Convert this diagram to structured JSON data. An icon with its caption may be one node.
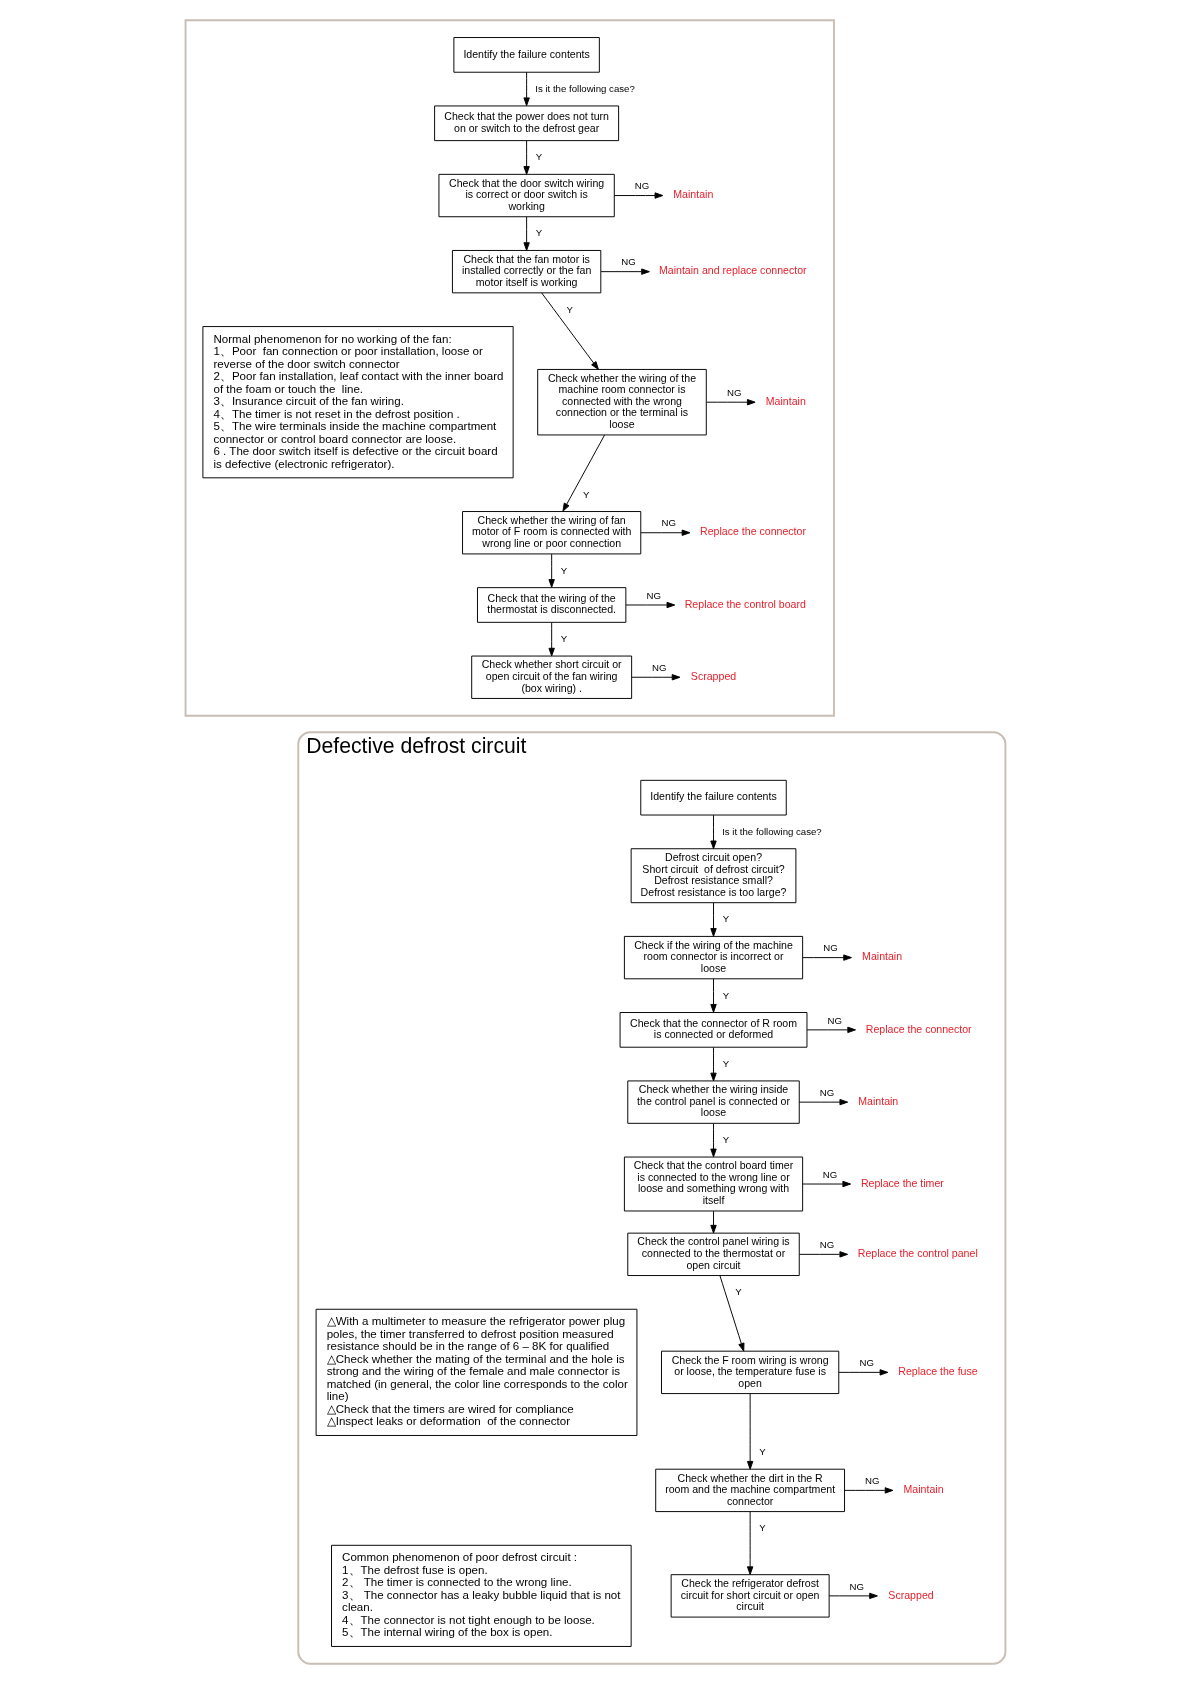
{
  "diagram": {
    "nodes": [
      {
        "text": [],
        "shape": "box"
      },
      {
        "text": [
          "Identify the failure contents"
        ],
        "in": 0
      },
      {
        "text": [
          "Check that the power does not turn on or switch to the defrost gear"
        ],
        "in": 0
      },
      {
        "text": [
          "Check that the door switch wiring is correct or door switch is working"
        ],
        "in": 0
      },
      {
        "text": [
          "Maintain"
        ],
        "in": 0
      },
      {
        "text": [
          "Check that the fan motor is installed correctly or the fan motor itself is working"
        ],
        "in": 0
      },
      {
        "text": [
          "Maintain and replace connector"
        ],
        "in": 0
      },
      {
        "text": [
          "Check whether the wiring of the machine room connector is connected with the wrong connection or the terminal is loose"
        ],
        "in": 0
      },
      {
        "text": [
          "Maintain"
        ],
        "in": 0
      },
      {
        "text": [
          "Check whether the wiring of fan motor of F room is connected with wrong line or poor connection"
        ],
        "in": 0
      },
      {
        "text": [
          "Replace the connector"
        ],
        "in": 0
      },
      {
        "text": [
          "Check that the wiring of the thermostat is disconnected."
        ],
        "in": 0
      },
      {
        "text": [
          "Replace the control board"
        ],
        "in": 0
      },
      {
        "text": [
          "Check whether short circuit or open circuit of the fan wiring (box wiring) ."
        ],
        "in": 0
      },
      {
        "text": [
          "Scrapped"
        ],
        "in": 0
      },
      {
        "text": [
          "Normal phenomenon for no working of the fan:",
          "1、Poor  fan connection or poor installation, loose or reverse of the door switch connector",
          "2、Poor fan installation, leaf contact with the inner board of the foam or touch the  line.",
          "3、Insurance circuit of the fan wiring.",
          "4、The timer is not reset in the defrost position .",
          "5、The wire terminals inside the machine compartment connector or control board connector are loose.",
          "6 . The door switch itself is defective or the circuit board is defective (electronic refrigerator)."
        ],
        "in": 0
      },
      {
        "text": [
          "Defective defrost circuit"
        ]
      },
      {
        "text": [
          "Identify the failure contents"
        ],
        "in": 16
      },
      {
        "text": [
          "Defrost circuit open?",
          "Short circuit  of defrost circuit?",
          "Defrost resistance small?",
          "Defrost resistance is too large?"
        ],
        "in": 16
      },
      {
        "text": [
          "Check if the wiring of the machine room connector is incorrect or loose"
        ],
        "in": 16
      },
      {
        "text": [
          "Maintain"
        ],
        "in": 16
      },
      {
        "text": [
          "Check that the connector of R room is connected or deformed"
        ],
        "in": 16
      },
      {
        "text": [
          "Replace the connector"
        ],
        "in": 16
      },
      {
        "text": [
          "Check whether the wiring inside the control panel is connected or loose"
        ],
        "in": 16
      },
      {
        "text": [
          "Maintain"
        ],
        "in": 16
      },
      {
        "text": [
          "Check that the control board timer is connected to the wrong line or loose and something wrong with itself"
        ],
        "in": 16
      },
      {
        "text": [
          "Replace the timer"
        ],
        "in": 16
      },
      {
        "text": [
          "Check the control panel wiring is connected to the thermostat or open circuit"
        ],
        "in": 16
      },
      {
        "text": [
          "Replace the control panel"
        ],
        "in": 16
      },
      {
        "text": [
          "Check the F room wiring is wrong or loose, the temperature fuse is open"
        ],
        "in": 16
      },
      {
        "text": [
          "Replace the fuse"
        ],
        "in": 16
      },
      {
        "text": [
          "Check whether the dirt in the R room and the machine compartment connector"
        ],
        "in": 16
      },
      {
        "text": [
          "Maintain"
        ],
        "in": 16
      },
      {
        "text": [
          "Check the refrigerator defrost circuit for short circuit or open circuit"
        ],
        "in": 16
      },
      {
        "text": [
          "Scrapped"
        ],
        "in": 16
      },
      {
        "text": [
          "△With a multimeter to measure the refrigerator power plug poles, the timer transferred to defrost position measured resistance should be in the range of 6 – 8K for qualified",
          "△Check whether the mating of the terminal and the hole is strong and the wiring of the female and male connector is matched (in general, the color line corresponds to the color line)",
          "△Check that the timers are wired for compliance",
          "△Inspect leaks or deformation  of the connector"
        ],
        "in": 16
      },
      {
        "text": [
          "Common phenomenon of poor defrost circuit :",
          "1、The defrost fuse is open.",
          "2、 The timer is connected to the wrong line.",
          "3、 The connector has a leaky bubble liquid that is not clean.",
          "4、The connector is not tight enough to be loose.",
          "5、The internal wiring of the box is open."
        ],
        "in": 16
      }
    ],
    "edges": [
      {
        "from": 1,
        "to": 2,
        "arrow": "to",
        "label": "Is it the following case?"
      },
      {
        "from": 2,
        "to": 3,
        "arrow": "to",
        "label": "Y"
      },
      {
        "from": 3,
        "to": 4,
        "arrow": "to",
        "label": "NG"
      },
      {
        "from": 3,
        "to": 5,
        "arrow": "to",
        "label": "Y"
      },
      {
        "from": 5,
        "to": 6,
        "arrow": "to",
        "label": "NG"
      },
      {
        "from": 5,
        "to": 7,
        "arrow": "to",
        "label": "Y"
      },
      {
        "from": 7,
        "to": 8,
        "arrow": "to",
        "label": "NG"
      },
      {
        "from": 7,
        "to": 9,
        "arrow": "to",
        "label": "Y"
      },
      {
        "from": 9,
        "to": 10,
        "arrow": "to",
        "label": "NG"
      },
      {
        "from": 9,
        "to": 11,
        "arrow": "to",
        "label": "Y"
      },
      {
        "from": 11,
        "to": 12,
        "arrow": "to",
        "label": "NG"
      },
      {
        "from": 11,
        "to": 13,
        "arrow": "to",
        "label": "Y"
      },
      {
        "from": 13,
        "to": 14,
        "arrow": "to",
        "label": "NG"
      },
      {
        "from": 17,
        "to": 18,
        "arrow": "to",
        "label": "Is it the following case?"
      },
      {
        "from": 18,
        "to": 19,
        "arrow": "to",
        "label": "Y"
      },
      {
        "from": 19,
        "to": 20,
        "arrow": "to",
        "label": "NG"
      },
      {
        "from": 19,
        "to": 21,
        "arrow": "to",
        "label": "Y"
      },
      {
        "from": 21,
        "to": 22,
        "arrow": "to",
        "label": "NG"
      },
      {
        "from": 21,
        "to": 23,
        "arrow": "to",
        "label": "Y"
      },
      {
        "from": 23,
        "to": 24,
        "arrow": "to",
        "label": "NG"
      },
      {
        "from": 23,
        "to": 25,
        "arrow": "to",
        "label": "Y"
      },
      {
        "from": 25,
        "to": 26,
        "arrow": "to",
        "label": "NG"
      },
      {
        "from": 25,
        "to": 27,
        "arrow": "to"
      },
      {
        "from": 27,
        "to": 28,
        "arrow": "to",
        "label": "NG"
      },
      {
        "from": 27,
        "to": 29,
        "arrow": "to",
        "label": "Y"
      },
      {
        "from": 29,
        "to": 30,
        "arrow": "to",
        "label": "NG"
      },
      {
        "from": 29,
        "to": 31,
        "arrow": "to",
        "label": "Y"
      },
      {
        "from": 31,
        "to": 32,
        "arrow": "to",
        "label": "NG"
      },
      {
        "from": 31,
        "to": 33,
        "arrow": "to",
        "label": "Y"
      },
      {
        "from": 33,
        "to": 34,
        "arrow": "to",
        "label": "NG"
      }
    ]
  }
}
